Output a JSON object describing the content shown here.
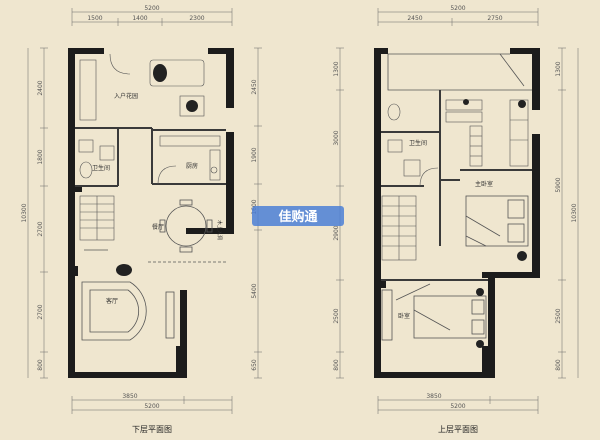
{
  "colors": {
    "paper": "#efe6cf",
    "wall": "#1c1c1c",
    "line": "#5a5a5a",
    "watermark": "#4b7fd6"
  },
  "lower": {
    "title": "下层平面图",
    "top_total": "5200",
    "top_segments": [
      "1500",
      "1400",
      "2300"
    ],
    "bottom_segments": [
      "3850"
    ],
    "bottom_total": "5200",
    "left_dims": [
      "2400",
      "1800",
      "2700",
      "2700",
      "800"
    ],
    "left_total": "10300",
    "right_dims": [
      "2450",
      "1900",
      "1600",
      "5400",
      "650"
    ],
    "rooms": {
      "entry_garden": "入户花园",
      "bath": "卫生间",
      "kitchen": "厨房",
      "dining": "餐厅",
      "living": "客厅",
      "void_note": "木上入洞"
    }
  },
  "upper": {
    "title": "上层平面图",
    "top_total": "5200",
    "top_segments": [
      "2450",
      "2750"
    ],
    "bottom_segments": [
      "3850"
    ],
    "bottom_total": "5200",
    "left_dims": [
      "1300",
      "3000",
      "2900",
      "2500",
      "800"
    ],
    "right_dims": [
      "1300",
      "5900",
      "2500",
      "800"
    ],
    "right_total": "10300",
    "rooms": {
      "bath": "卫生间",
      "master": "主卧室",
      "bedroom": "卧室"
    }
  },
  "watermark": "佳购通"
}
